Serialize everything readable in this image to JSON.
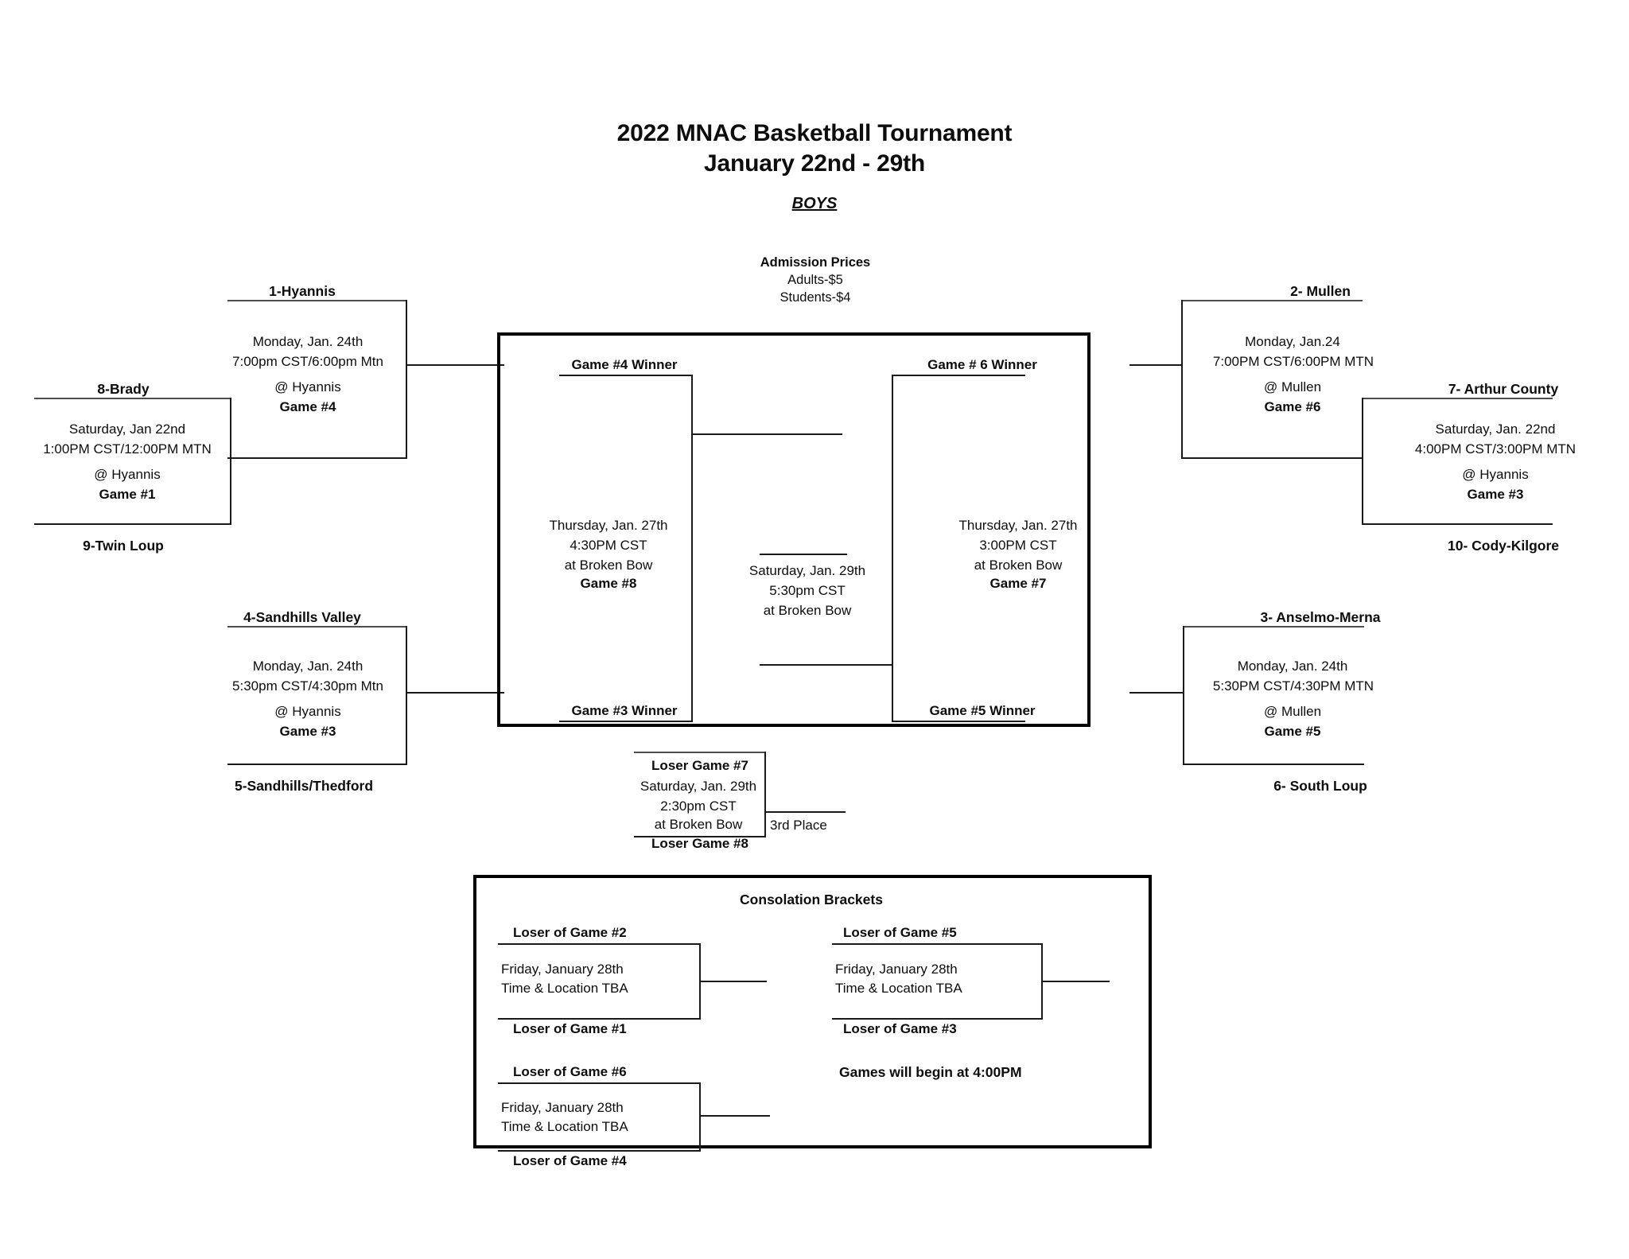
{
  "header": {
    "title_line1": "2022 MNAC Basketball Tournament",
    "title_line2": "January 22nd - 29th",
    "division": "BOYS"
  },
  "admission": {
    "heading": "Admission Prices",
    "adults": "Adults-$5",
    "students": "Students-$4"
  },
  "left_bracket": {
    "game1": {
      "top_team": "8-Brady",
      "bottom_team": "9-Twin Loup",
      "date": "Saturday, Jan 22nd",
      "time": "1:00PM CST/12:00PM MTN",
      "venue": "@ Hyannis",
      "game": "Game #1"
    },
    "game4": {
      "top_team": "1-Hyannis",
      "date": "Monday, Jan. 24th",
      "time": "7:00pm CST/6:00pm Mtn",
      "venue": "@ Hyannis",
      "game": "Game #4"
    },
    "game3": {
      "top_team": "4-Sandhills Valley",
      "bottom_team": "5-Sandhills/Thedford",
      "date": "Monday, Jan. 24th",
      "time": "5:30pm CST/4:30pm Mtn",
      "venue": "@ Hyannis",
      "game": "Game #3"
    }
  },
  "right_bracket": {
    "game6": {
      "top_team": "2- Mullen",
      "date": "Monday, Jan.24",
      "time": "7:00PM CST/6:00PM MTN",
      "venue": "@ Mullen",
      "game": "Game #6"
    },
    "game3b": {
      "top_team": "7- Arthur County",
      "bottom_team": "10- Cody-Kilgore",
      "date": "Saturday, Jan. 22nd",
      "time": "4:00PM CST/3:00PM MTN",
      "venue": "@ Hyannis",
      "game": "Game #3"
    },
    "game5": {
      "top_team": "3- Anselmo-Merna",
      "bottom_team": "6- South Loup",
      "date": "Monday, Jan. 24th",
      "time": "5:30PM CST/4:30PM MTN",
      "venue": "@ Mullen",
      "game": "Game #5"
    }
  },
  "semifinals": {
    "game8": {
      "top_slot": "Game #4 Winner",
      "bottom_slot": "Game #3 Winner",
      "date": "Thursday, Jan. 27th",
      "time": "4:30PM CST",
      "venue": "at Broken Bow",
      "game": "Game #8"
    },
    "game7": {
      "top_slot": "Game # 6 Winner",
      "bottom_slot": "Game #5 Winner",
      "date": "Thursday, Jan. 27th",
      "time": "3:00PM CST",
      "venue": "at Broken Bow",
      "game": "Game #7"
    }
  },
  "championship": {
    "date": "Saturday, Jan. 29th",
    "time": "5:30pm CST",
    "venue": "at Broken Bow"
  },
  "third_place": {
    "top_slot": "Loser Game #7",
    "bottom_slot": "Loser Game #8",
    "date": "Saturday, Jan. 29th",
    "time": "2:30pm CST",
    "venue": "at Broken Bow",
    "result_label": "3rd Place"
  },
  "consolation": {
    "title": "Consolation Brackets",
    "note": "Games will begin at 4:00PM",
    "matches": [
      {
        "top_slot": "Loser of Game #2",
        "bottom_slot": "Loser of Game #1",
        "date": "Friday, January 28th",
        "location": "Time & Location TBA"
      },
      {
        "top_slot": "Loser of Game #5",
        "bottom_slot": "Loser of Game #3",
        "date": "Friday, January 28th",
        "location": "Time & Location TBA"
      },
      {
        "top_slot": "Loser of Game #6",
        "bottom_slot": "Loser of Game #4",
        "date": "Friday, January 28th",
        "location": "Time & Location TBA"
      }
    ]
  }
}
